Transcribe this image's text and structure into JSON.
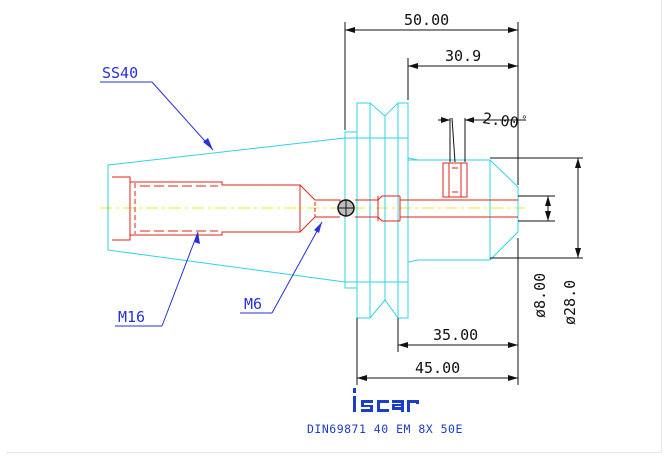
{
  "colors": {
    "dimension": "#111111",
    "tool_body": "#2fd3e6",
    "bore": "#e0241a",
    "centerline": "#e8e82a",
    "leader": "#2830d8",
    "logo": "#1a3ec8",
    "caption": "#1a3ec8"
  },
  "dimensions": {
    "overall_length": "50.00",
    "flange_to_end": "30.9",
    "chamfer": "2.00",
    "chamfer_unit": "°",
    "bore_diameter": "ø8.00",
    "outer_diameter": "ø28.0",
    "length_35": "35.00",
    "length_45": "45.00"
  },
  "labels": {
    "shank": "SS40",
    "thread_large": "M16",
    "thread_small": "M6"
  },
  "logo_text": "iscar",
  "caption": "DIN69871 40 EM 8X 50E"
}
